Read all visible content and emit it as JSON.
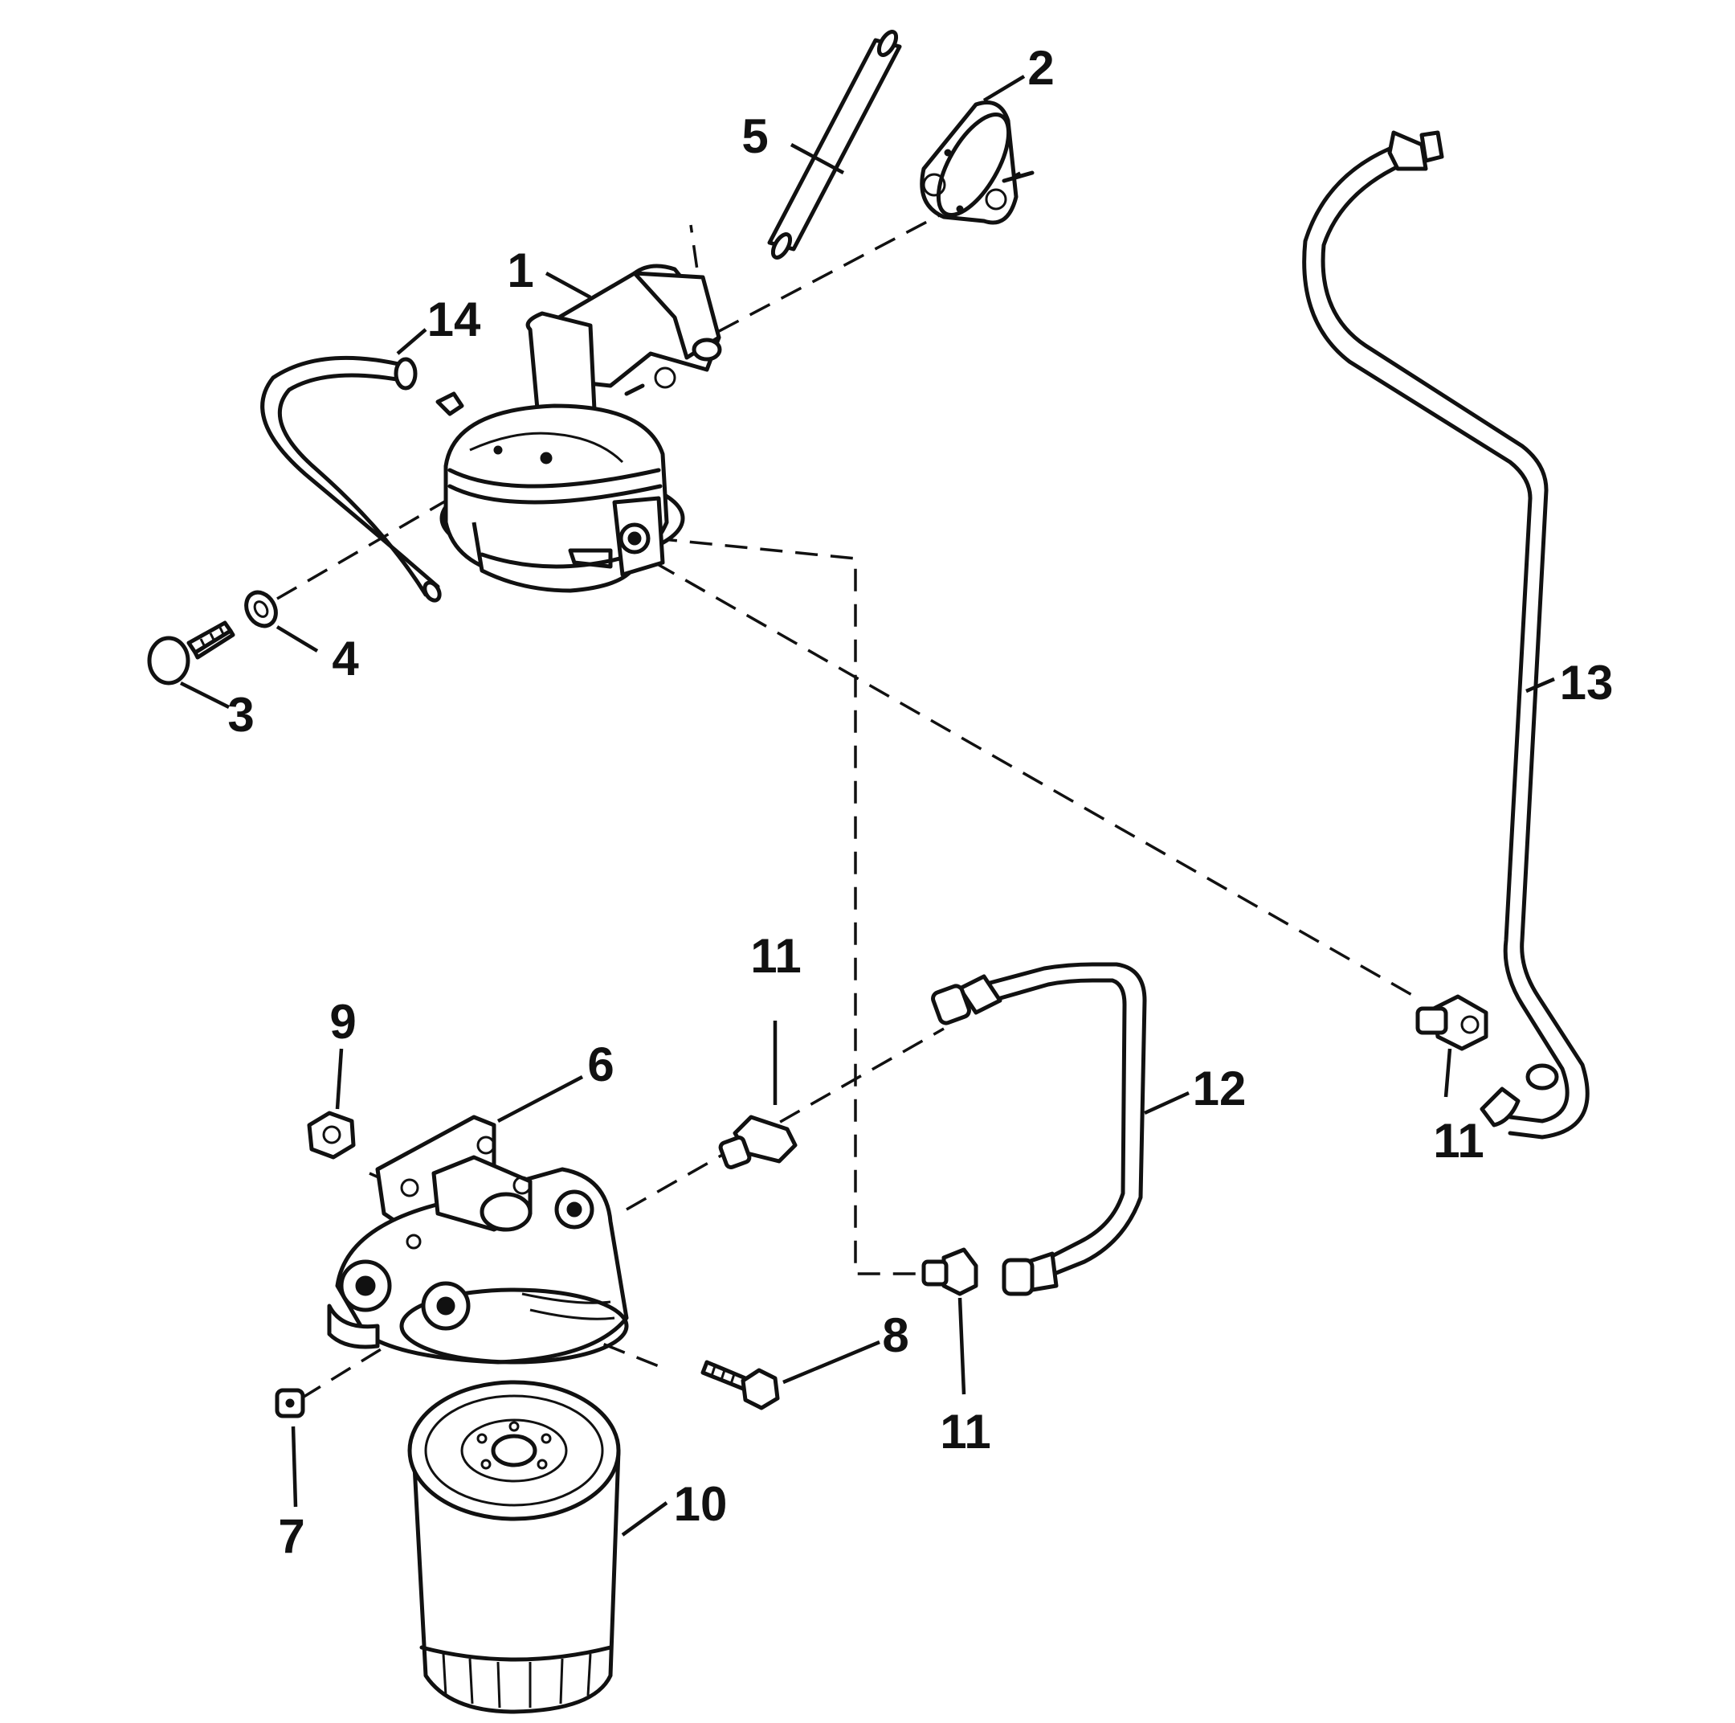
{
  "callouts": {
    "c1": "1",
    "c2": "2",
    "c3": "3",
    "c4": "4",
    "c5": "5",
    "c6": "6",
    "c7": "7",
    "c8": "8",
    "c9": "9",
    "c10": "10",
    "c11_top": "11",
    "c11_bottom": "11",
    "c11_right": "11",
    "c12": "12",
    "c13": "13",
    "c14": "14"
  },
  "colors": {
    "line": "#111111",
    "background": "#ffffff"
  }
}
